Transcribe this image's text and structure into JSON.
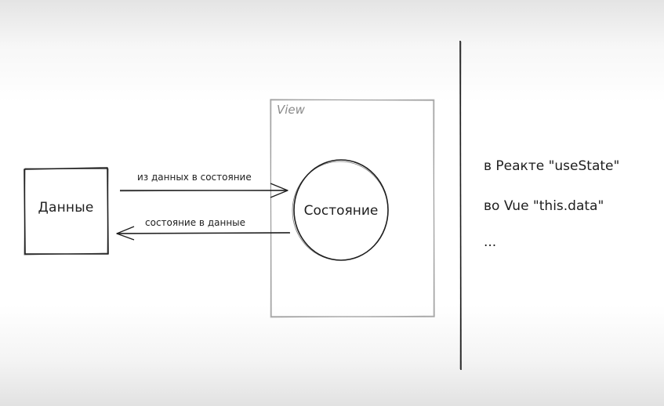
{
  "diagram": {
    "data_box_label": "Данные",
    "view_label": "View",
    "state_label": "Состояние",
    "arrow_to_state_label": "из данных в состояние",
    "arrow_to_data_label": "состояние в данные",
    "notes": [
      "в Реакте \"useState\"",
      "во Vue \"this.data\"",
      "..."
    ]
  },
  "colors": {
    "stroke": "#1e1e1e",
    "view_frame": "#9a9a9a",
    "view_label": "#8a8a8a"
  }
}
